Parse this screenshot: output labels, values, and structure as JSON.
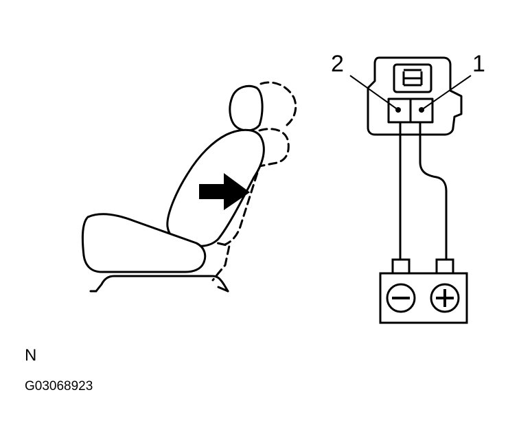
{
  "labels": {
    "pin_2": "2",
    "pin_1": "1"
  },
  "caption": {
    "orientation": "N",
    "figure_id": "G03068923"
  },
  "battery": {
    "negative": "−",
    "positive": "+"
  },
  "colors": {
    "line": "#000000",
    "background": "#ffffff"
  }
}
